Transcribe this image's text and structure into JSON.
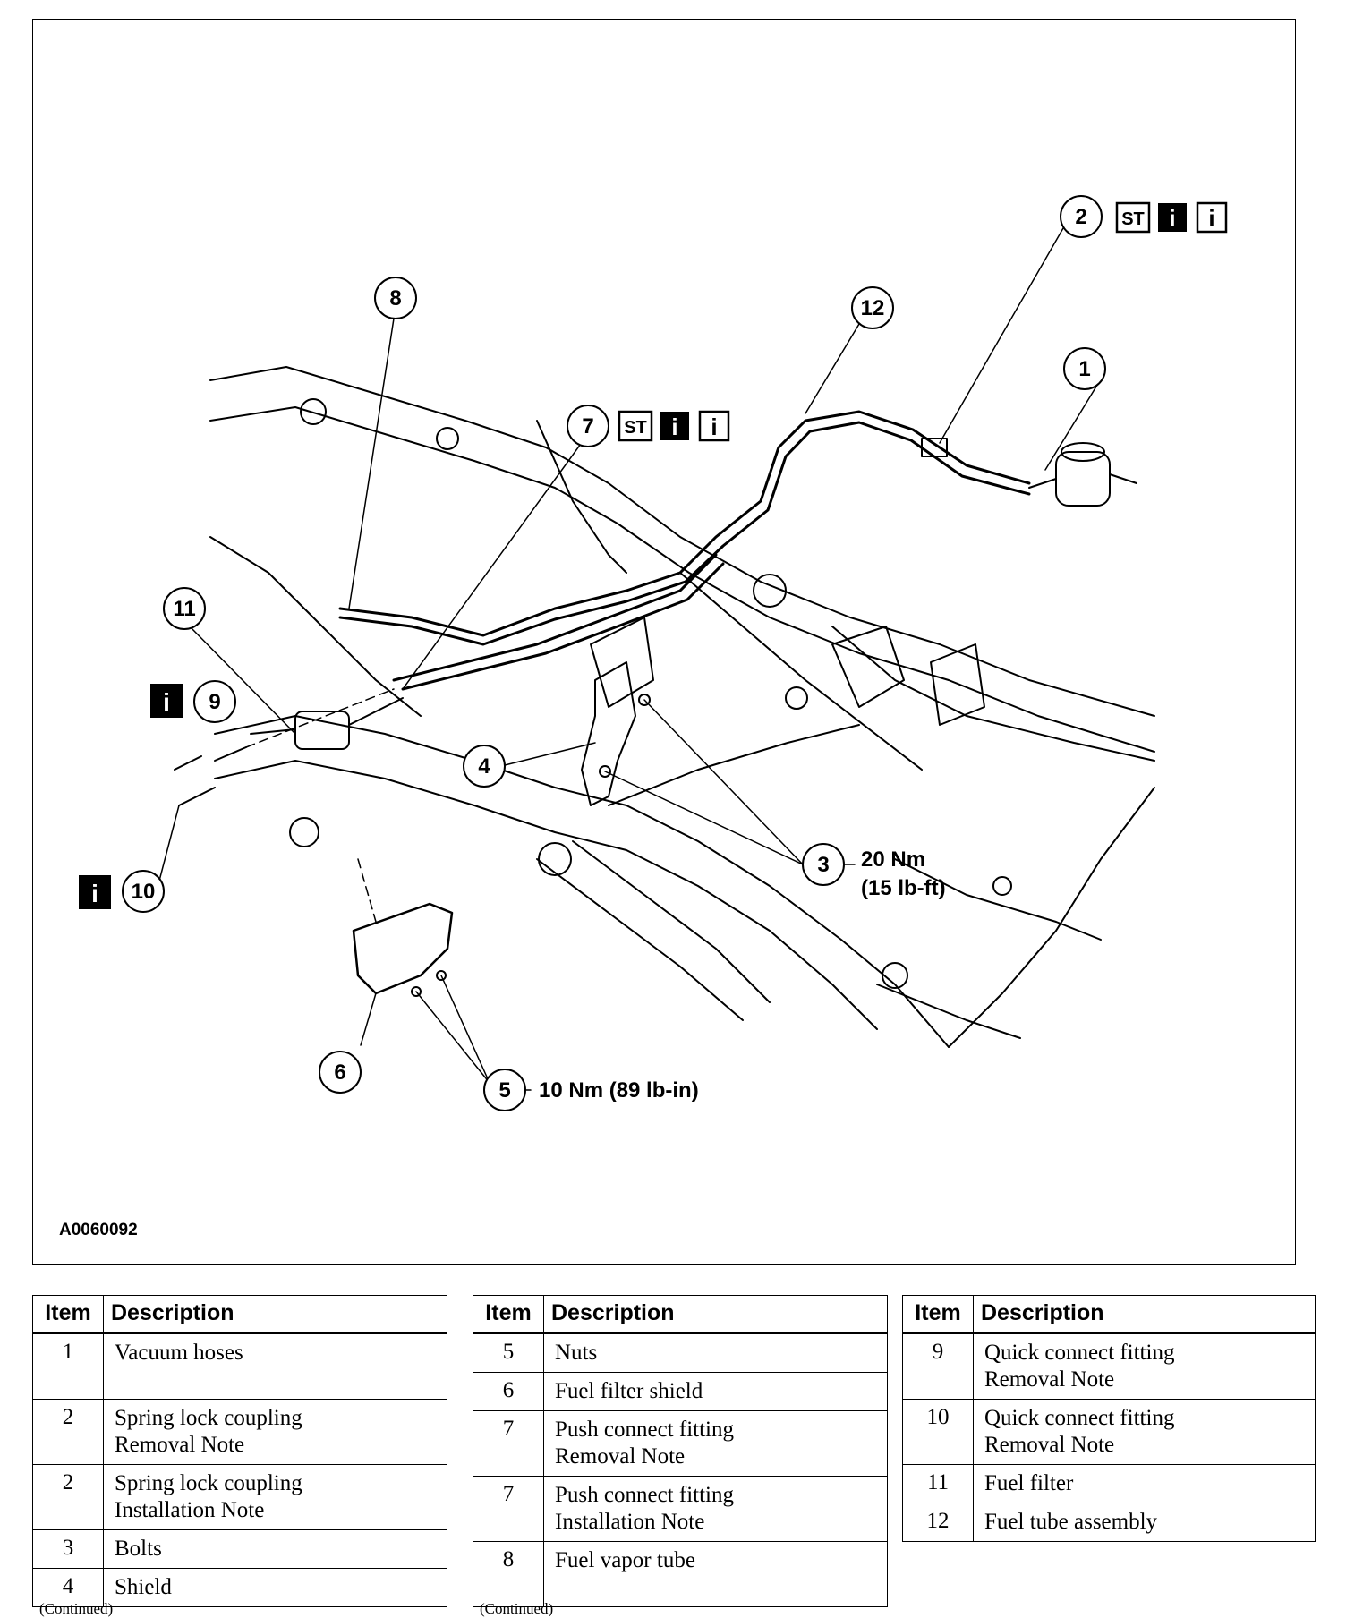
{
  "figure": {
    "id": "A0060092",
    "callouts": [
      {
        "num": "1"
      },
      {
        "num": "2"
      },
      {
        "num": "3"
      },
      {
        "num": "4"
      },
      {
        "num": "5"
      },
      {
        "num": "6"
      },
      {
        "num": "7"
      },
      {
        "num": "8"
      },
      {
        "num": "9"
      },
      {
        "num": "10"
      },
      {
        "num": "11"
      },
      {
        "num": "12"
      }
    ],
    "symbols": {
      "special_tool": "ST",
      "info_black": "i",
      "info_white": "i"
    },
    "torque_3": {
      "line1": "20 Nm",
      "line2": "(15 lb-ft)"
    },
    "torque_5": "10 Nm (89 lb-in)"
  },
  "tables": [
    {
      "headers": {
        "item": "Item",
        "description": "Description"
      },
      "rows": [
        {
          "item": "1",
          "lines": [
            "Vacuum hoses",
            ""
          ]
        },
        {
          "item": "2",
          "lines": [
            "Spring lock coupling",
            "Removal Note"
          ]
        },
        {
          "item": "2",
          "lines": [
            "Spring lock coupling",
            "Installation Note"
          ]
        },
        {
          "item": "3",
          "lines": [
            "Bolts"
          ]
        },
        {
          "item": "4",
          "lines": [
            "Shield"
          ]
        }
      ],
      "footer": "(Continued)"
    },
    {
      "headers": {
        "item": "Item",
        "description": "Description"
      },
      "rows": [
        {
          "item": "5",
          "lines": [
            "Nuts"
          ]
        },
        {
          "item": "6",
          "lines": [
            "Fuel filter shield"
          ]
        },
        {
          "item": "7",
          "lines": [
            "Push connect fitting",
            "Removal Note"
          ]
        },
        {
          "item": "7",
          "lines": [
            "Push connect fitting",
            "Installation Note"
          ]
        },
        {
          "item": "8",
          "lines": [
            "Fuel vapor tube",
            ""
          ]
        }
      ],
      "footer": "(Continued)"
    },
    {
      "headers": {
        "item": "Item",
        "description": "Description"
      },
      "rows": [
        {
          "item": "9",
          "lines": [
            "Quick connect fitting",
            "Removal Note"
          ]
        },
        {
          "item": "10",
          "lines": [
            "Quick connect fitting",
            "Removal Note"
          ]
        },
        {
          "item": "11",
          "lines": [
            "Fuel filter"
          ]
        },
        {
          "item": "12",
          "lines": [
            "Fuel tube assembly"
          ]
        }
      ]
    }
  ]
}
